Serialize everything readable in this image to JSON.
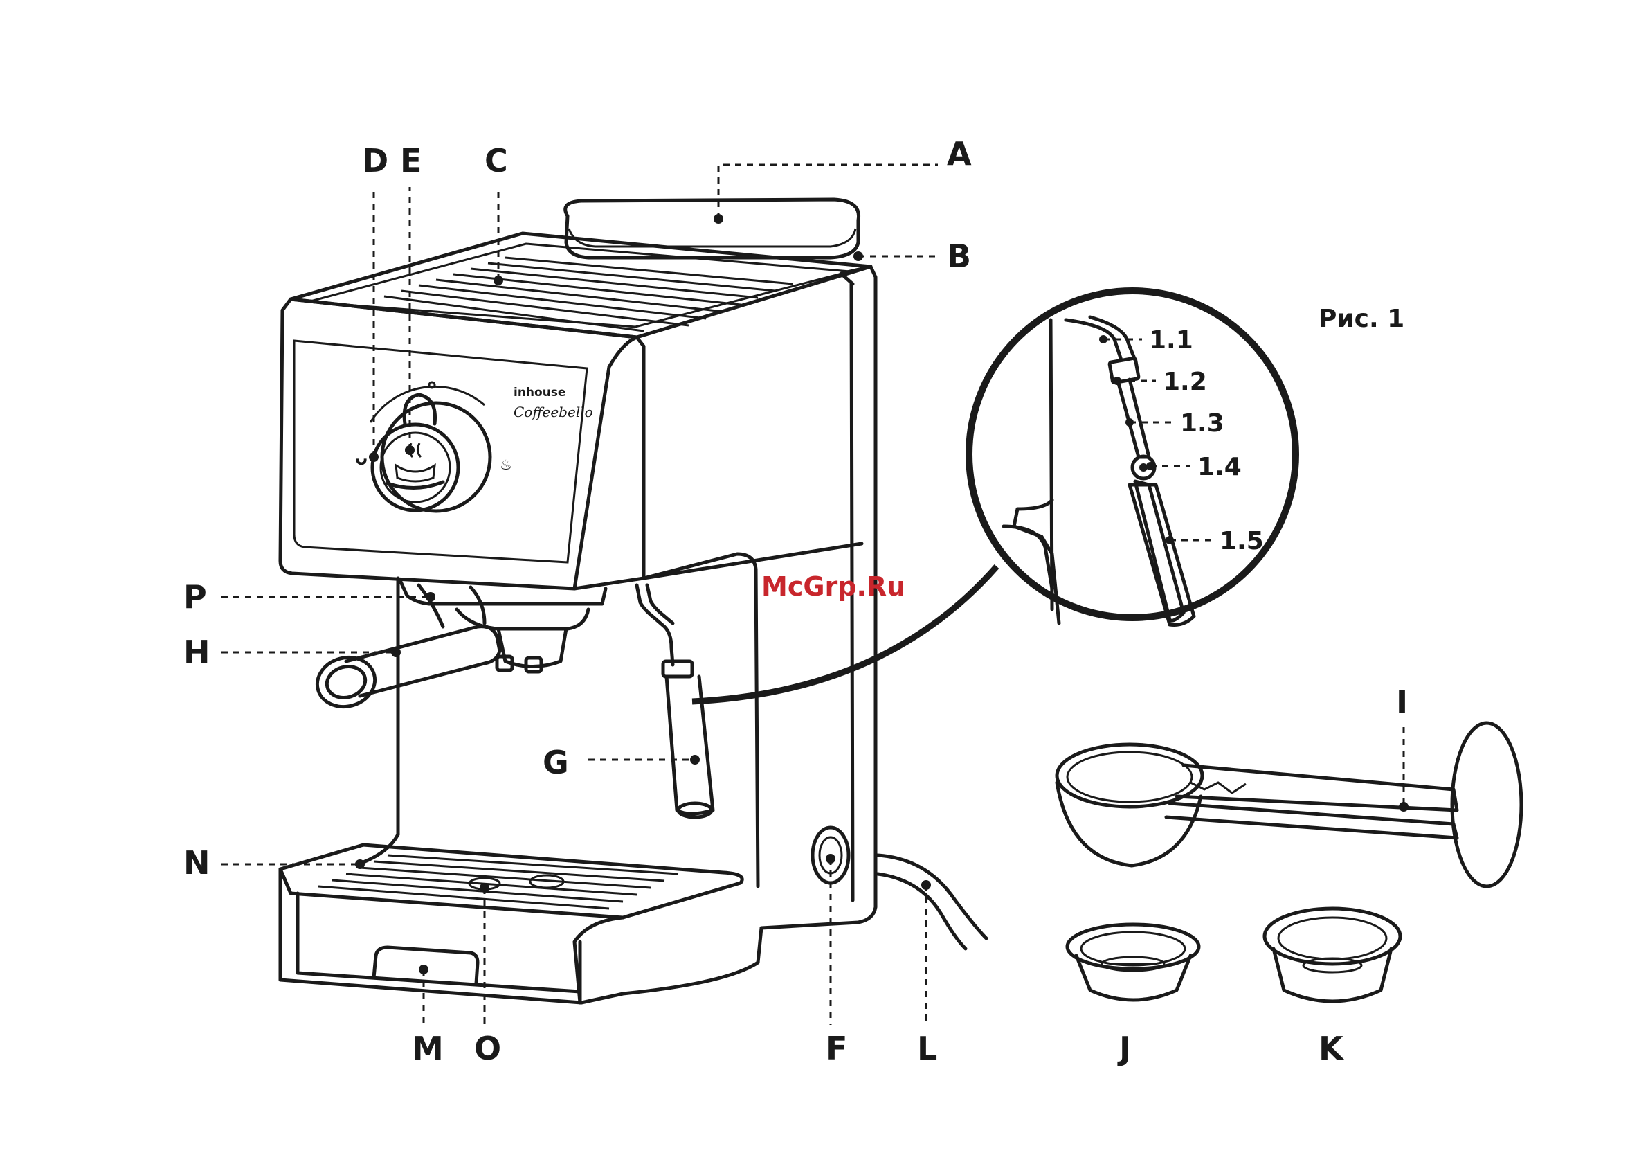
{
  "figure": {
    "caption": "Рис. 1",
    "brand": "inhouse",
    "model": "Coffeebello",
    "watermark": "McGrp.Ru"
  },
  "labels": {
    "A": "A",
    "B": "B",
    "C": "C",
    "D": "D",
    "E": "E",
    "F": "F",
    "G": "G",
    "H": "H",
    "I": "I",
    "J": "J",
    "K": "K",
    "L": "L",
    "M": "M",
    "N": "N",
    "O": "O",
    "P": "P"
  },
  "detail_labels": {
    "d11": "1.1",
    "d12": "1.2",
    "d13": "1.3",
    "d14": "1.4",
    "d15": "1.5"
  }
}
